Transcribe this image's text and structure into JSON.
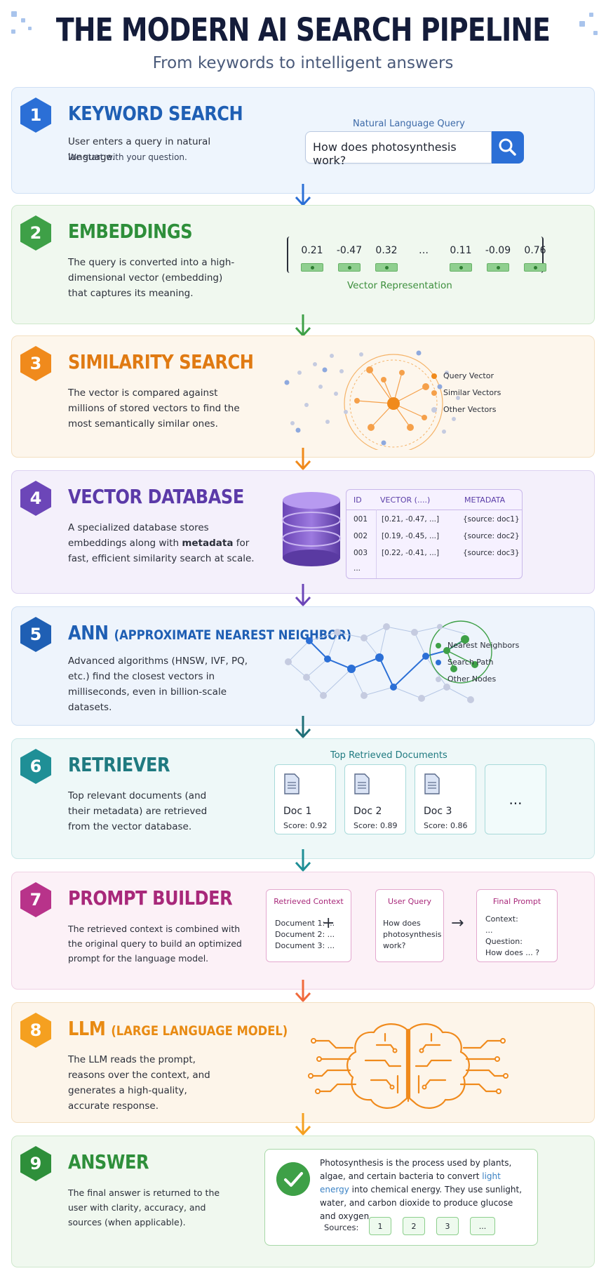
{
  "header": {
    "title": "THE MODERN AI SEARCH PIPELINE",
    "subtitle": "From keywords to intelligent answers"
  },
  "colors": {
    "blue": "#2b6fd6",
    "green": "#3ea047",
    "orange": "#f08a1c",
    "purple": "#6c46b8",
    "navy": "#1f5fb4",
    "teal": "#1f8f96",
    "magenta": "#b8338a",
    "amber": "#f5a020",
    "dark_green": "#2e8f3a"
  },
  "steps": [
    {
      "num": "1",
      "title": "KEYWORD SEARCH",
      "desc": "User enters a query in natural language.",
      "desc2": "We start with your question.",
      "query_label": "Natural Language Query",
      "query_text": "How does photosynthesis work?",
      "icon": "search-icon"
    },
    {
      "num": "2",
      "title": "EMBEDDINGS",
      "desc": "The query is converted into a high-dimensional vector (embedding) that captures its meaning.",
      "values": [
        "0.21",
        "-0.47",
        "0.32",
        "…",
        "0.11",
        "-0.09",
        "0.76"
      ],
      "label": "Vector Representation"
    },
    {
      "num": "3",
      "title": "SIMILARITY SEARCH",
      "desc": "The vector is compared against millions of stored vectors to find the most semantically similar ones.",
      "legend": [
        "Query Vector",
        "Similar Vectors",
        "Other Vectors"
      ]
    },
    {
      "num": "4",
      "title": "VECTOR DATABASE",
      "desc_a": "A specialized database stores embeddings along with ",
      "desc_b": "metadata",
      "desc_c": " for fast, efficient similarity search at scale.",
      "table": {
        "headers": [
          "ID",
          "VECTOR (....)",
          "METADATA"
        ],
        "rows": [
          [
            "001",
            "[0.21, -0.47, ...]",
            "{source: doc1}"
          ],
          [
            "002",
            "[0.19, -0.45, ...]",
            "{source: doc2}"
          ],
          [
            "003",
            "[0.22, -0.41, ...]",
            "{source: doc3}"
          ],
          [
            "...",
            "",
            ""
          ]
        ]
      }
    },
    {
      "num": "5",
      "title": "ANN",
      "title_small": "(APPROXIMATE NEAREST NEIGHBOR)",
      "desc": "Advanced algorithms (HNSW, IVF, PQ, etc.) find the closest vectors in milliseconds, even in billion-scale datasets.",
      "legend": [
        "Nearest Neighbors",
        "Search Path",
        "Other Nodes"
      ]
    },
    {
      "num": "6",
      "title": "RETRIEVER",
      "desc": "Top relevant documents (and their metadata) are retrieved from the vector database.",
      "docs_label": "Top Retrieved Documents",
      "docs": [
        {
          "name": "Doc 1",
          "score": "Score: 0.92"
        },
        {
          "name": "Doc 2",
          "score": "Score: 0.89"
        },
        {
          "name": "Doc 3",
          "score": "Score: 0.86"
        }
      ],
      "more": "..."
    },
    {
      "num": "7",
      "title": "PROMPT BUILDER",
      "desc": "The retrieved context is combined with the original query to build an optimized prompt for the language model.",
      "context_title": "Retrieved Context",
      "context_lines": [
        "Document 1: ...",
        "Document 2: ...",
        "Document 3: ..."
      ],
      "query_title": "User Query",
      "query_lines": [
        "How does",
        "photosynthesis",
        "work?"
      ],
      "final_title": "Final Prompt",
      "final_lines": [
        "Context:",
        "...",
        "Question:",
        "How does ... ?"
      ],
      "plus": "+",
      "arrow": "→"
    },
    {
      "num": "8",
      "title": "LLM",
      "title_small": "(LARGE LANGUAGE MODEL)",
      "desc": "The LLM reads the prompt, reasons over the context, and generates a high-quality, accurate response."
    },
    {
      "num": "9",
      "title": "ANSWER",
      "desc": "The final answer is returned to the user with clarity, accuracy, and sources (when applicable).",
      "answer_a": "Photosynthesis is the process used by plants, algae, and certain bacteria to convert ",
      "answer_hl": "light energy",
      "answer_b": " into chemical energy. They use sunlight, water, and carbon dioxide to produce glucose and oxygen...",
      "sources_label": "Sources:",
      "sources": [
        "1",
        "2",
        "3",
        "..."
      ]
    }
  ]
}
